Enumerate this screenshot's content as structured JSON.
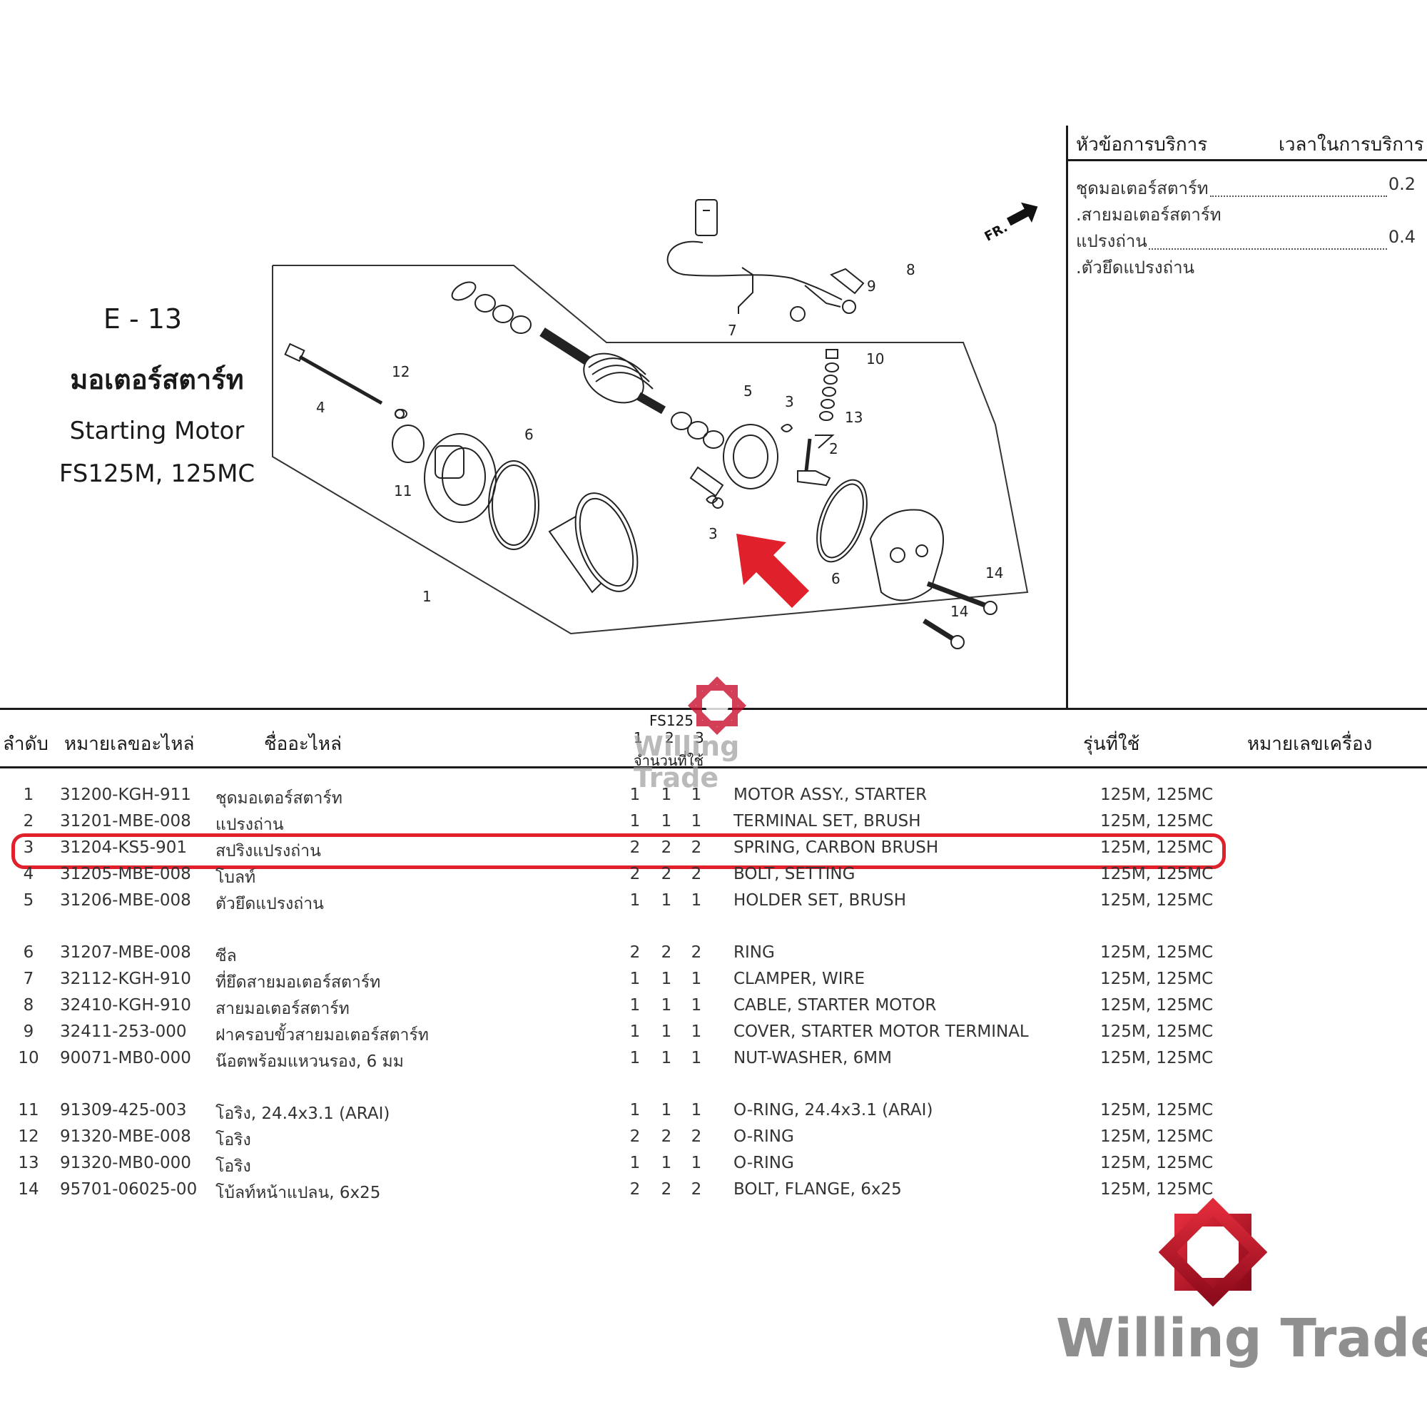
{
  "diagram": {
    "code": "E - 13",
    "title_th": "มอเตอร์สตาร์ท",
    "title_en": "Starting Motor",
    "models": "FS125M, 125MC",
    "fr_label": "FR.",
    "callouts": [
      "1",
      "2",
      "3",
      "3",
      "4",
      "5",
      "6",
      "6",
      "7",
      "8",
      "9",
      "10",
      "11",
      "12",
      "13",
      "14",
      "14"
    ]
  },
  "service": {
    "header_item": "หัวข้อการบริการ",
    "header_time": "เวลาในการบริการ",
    "rows": [
      {
        "label": "ชุดมอเตอร์สตาร์ท",
        "value": "0.2"
      },
      {
        "label": ".สายมอเตอร์สตาร์ท",
        "value": ""
      },
      {
        "label": "แปรงถ่าน",
        "value": "0.4"
      },
      {
        "label": ".ตัวยึดแปรงถ่าน",
        "value": ""
      }
    ]
  },
  "table": {
    "headers": {
      "index": "ลำดับ",
      "part_no": "หมายเลขอะไหล่",
      "part_name": "ชื่ออะไหล่",
      "qty_group": "FS125",
      "qty_cols": [
        "1",
        "2",
        "3"
      ],
      "qty_label": "จำนวนที่ใช้",
      "model": "รุ่นที่ใช้",
      "engine_no": "หมายเลขเครื่อง"
    },
    "rows": [
      {
        "idx": "1",
        "no": "31200-KGH-911",
        "th": "ชุดมอเตอร์สตาร์ท",
        "q": [
          "1",
          "1",
          "1"
        ],
        "en": "MOTOR ASSY., STARTER",
        "model": "125M, 125MC"
      },
      {
        "idx": "2",
        "no": "31201-MBE-008",
        "th": "แปรงถ่าน",
        "q": [
          "1",
          "1",
          "1"
        ],
        "en": "TERMINAL SET, BRUSH",
        "model": "125M, 125MC"
      },
      {
        "idx": "3",
        "no": "31204-KS5-901",
        "th": "สปริงแปรงถ่าน",
        "q": [
          "2",
          "2",
          "2"
        ],
        "en": "SPRING, CARBON BRUSH",
        "model": "125M, 125MC"
      },
      {
        "idx": "4",
        "no": "31205-MBE-008",
        "th": "โบลท์",
        "q": [
          "2",
          "2",
          "2"
        ],
        "en": "BOLT, SETTING",
        "model": "125M, 125MC"
      },
      {
        "idx": "5",
        "no": "31206-MBE-008",
        "th": "ตัวยึดแปรงถ่าน",
        "q": [
          "1",
          "1",
          "1"
        ],
        "en": "HOLDER SET, BRUSH",
        "model": "125M, 125MC"
      },
      {
        "idx": "6",
        "no": "31207-MBE-008",
        "th": "ซีล",
        "q": [
          "2",
          "2",
          "2"
        ],
        "en": "RING",
        "model": "125M, 125MC"
      },
      {
        "idx": "7",
        "no": "32112-KGH-910",
        "th": "ที่ยึดสายมอเตอร์สตาร์ท",
        "q": [
          "1",
          "1",
          "1"
        ],
        "en": "CLAMPER, WIRE",
        "model": "125M, 125MC"
      },
      {
        "idx": "8",
        "no": "32410-KGH-910",
        "th": "สายมอเตอร์สตาร์ท",
        "q": [
          "1",
          "1",
          "1"
        ],
        "en": "CABLE, STARTER MOTOR",
        "model": "125M, 125MC"
      },
      {
        "idx": "9",
        "no": "32411-253-000",
        "th": "ฝาครอบขั้วสายมอเตอร์สตาร์ท",
        "q": [
          "1",
          "1",
          "1"
        ],
        "en": "COVER, STARTER MOTOR TERMINAL",
        "model": "125M, 125MC"
      },
      {
        "idx": "10",
        "no": "90071-MB0-000",
        "th": "น๊อตพร้อมแหวนรอง, 6 มม",
        "q": [
          "1",
          "1",
          "1"
        ],
        "en": "NUT-WASHER, 6MM",
        "model": "125M, 125MC"
      },
      {
        "idx": "11",
        "no": "91309-425-003",
        "th": "โอริง, 24.4x3.1 (ARAI)",
        "q": [
          "1",
          "1",
          "1"
        ],
        "en": "O-RING, 24.4x3.1 (ARAI)",
        "model": "125M, 125MC"
      },
      {
        "idx": "12",
        "no": "91320-MBE-008",
        "th": "โอริง",
        "q": [
          "2",
          "2",
          "2"
        ],
        "en": "O-RING",
        "model": "125M, 125MC"
      },
      {
        "idx": "13",
        "no": "91320-MB0-000",
        "th": "โอริง",
        "q": [
          "1",
          "1",
          "1"
        ],
        "en": "O-RING",
        "model": "125M, 125MC"
      },
      {
        "idx": "14",
        "no": "95701-06025-00",
        "th": "โบ้ลท์หน้าแปลน, 6x25",
        "q": [
          "2",
          "2",
          "2"
        ],
        "en": "BOLT, FLANGE, 6x25",
        "model": "125M, 125MC"
      }
    ]
  },
  "watermark": {
    "brand": "Willing Trade"
  },
  "colors": {
    "highlight": "#e0202a",
    "logo_red": "#c8102e",
    "brand_grey": "#8f8f8f"
  }
}
